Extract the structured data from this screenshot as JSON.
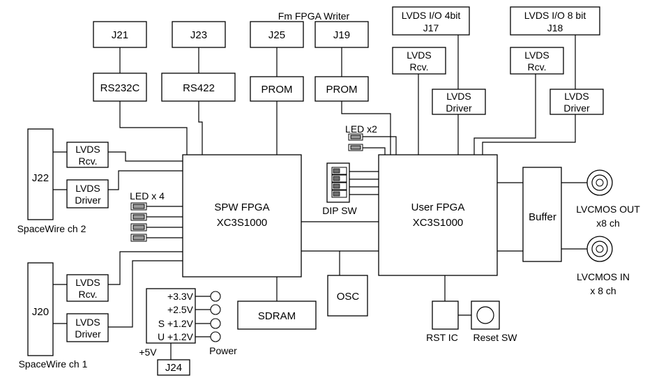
{
  "labels": {
    "fm_fpga_writer": "Fm FPGA Writer",
    "j21": "J21",
    "j23": "J23",
    "j25": "J25",
    "j19": "J19",
    "rs232c": "RS232C",
    "rs422": "RS422",
    "prom_1": "PROM",
    "prom_2": "PROM",
    "lvds_io_4bit": "LVDS I/O 4bit",
    "j17": "J17",
    "lvds_io_8bit": "LVDS I/O 8 bit",
    "j18": "J18",
    "lvds": "LVDS",
    "rcv": "Rcv.",
    "driver": "Driver",
    "j22": "J22",
    "j20": "J20",
    "spacewire_ch2": "SpaceWire ch 2",
    "spacewire_ch1": "SpaceWire ch 1",
    "led_x4": "LED x 4",
    "led_x2": "LED x2",
    "spw_fpga_1": "SPW FPGA",
    "spw_fpga_2": "XC3S1000",
    "user_fpga_1": "User FPGA",
    "user_fpga_2": "XC3S1000",
    "dip_sw": "DIP SW",
    "buffer": "Buffer",
    "lvcmos_out_1": "LVCMOS OUT",
    "lvcmos_out_2": "x8 ch",
    "lvcmos_in_1": "LVCMOS IN",
    "lvcmos_in_2": "x 8 ch",
    "osc": "OSC",
    "sdram": "SDRAM",
    "rst_ic": "RST IC",
    "reset_sw": "Reset SW",
    "v33": "+3.3V",
    "v25": "+2.5V",
    "s12": "S +1.2V",
    "u12": "U +1.2V",
    "power": "Power",
    "plus5v": "+5V",
    "j24": "J24"
  }
}
